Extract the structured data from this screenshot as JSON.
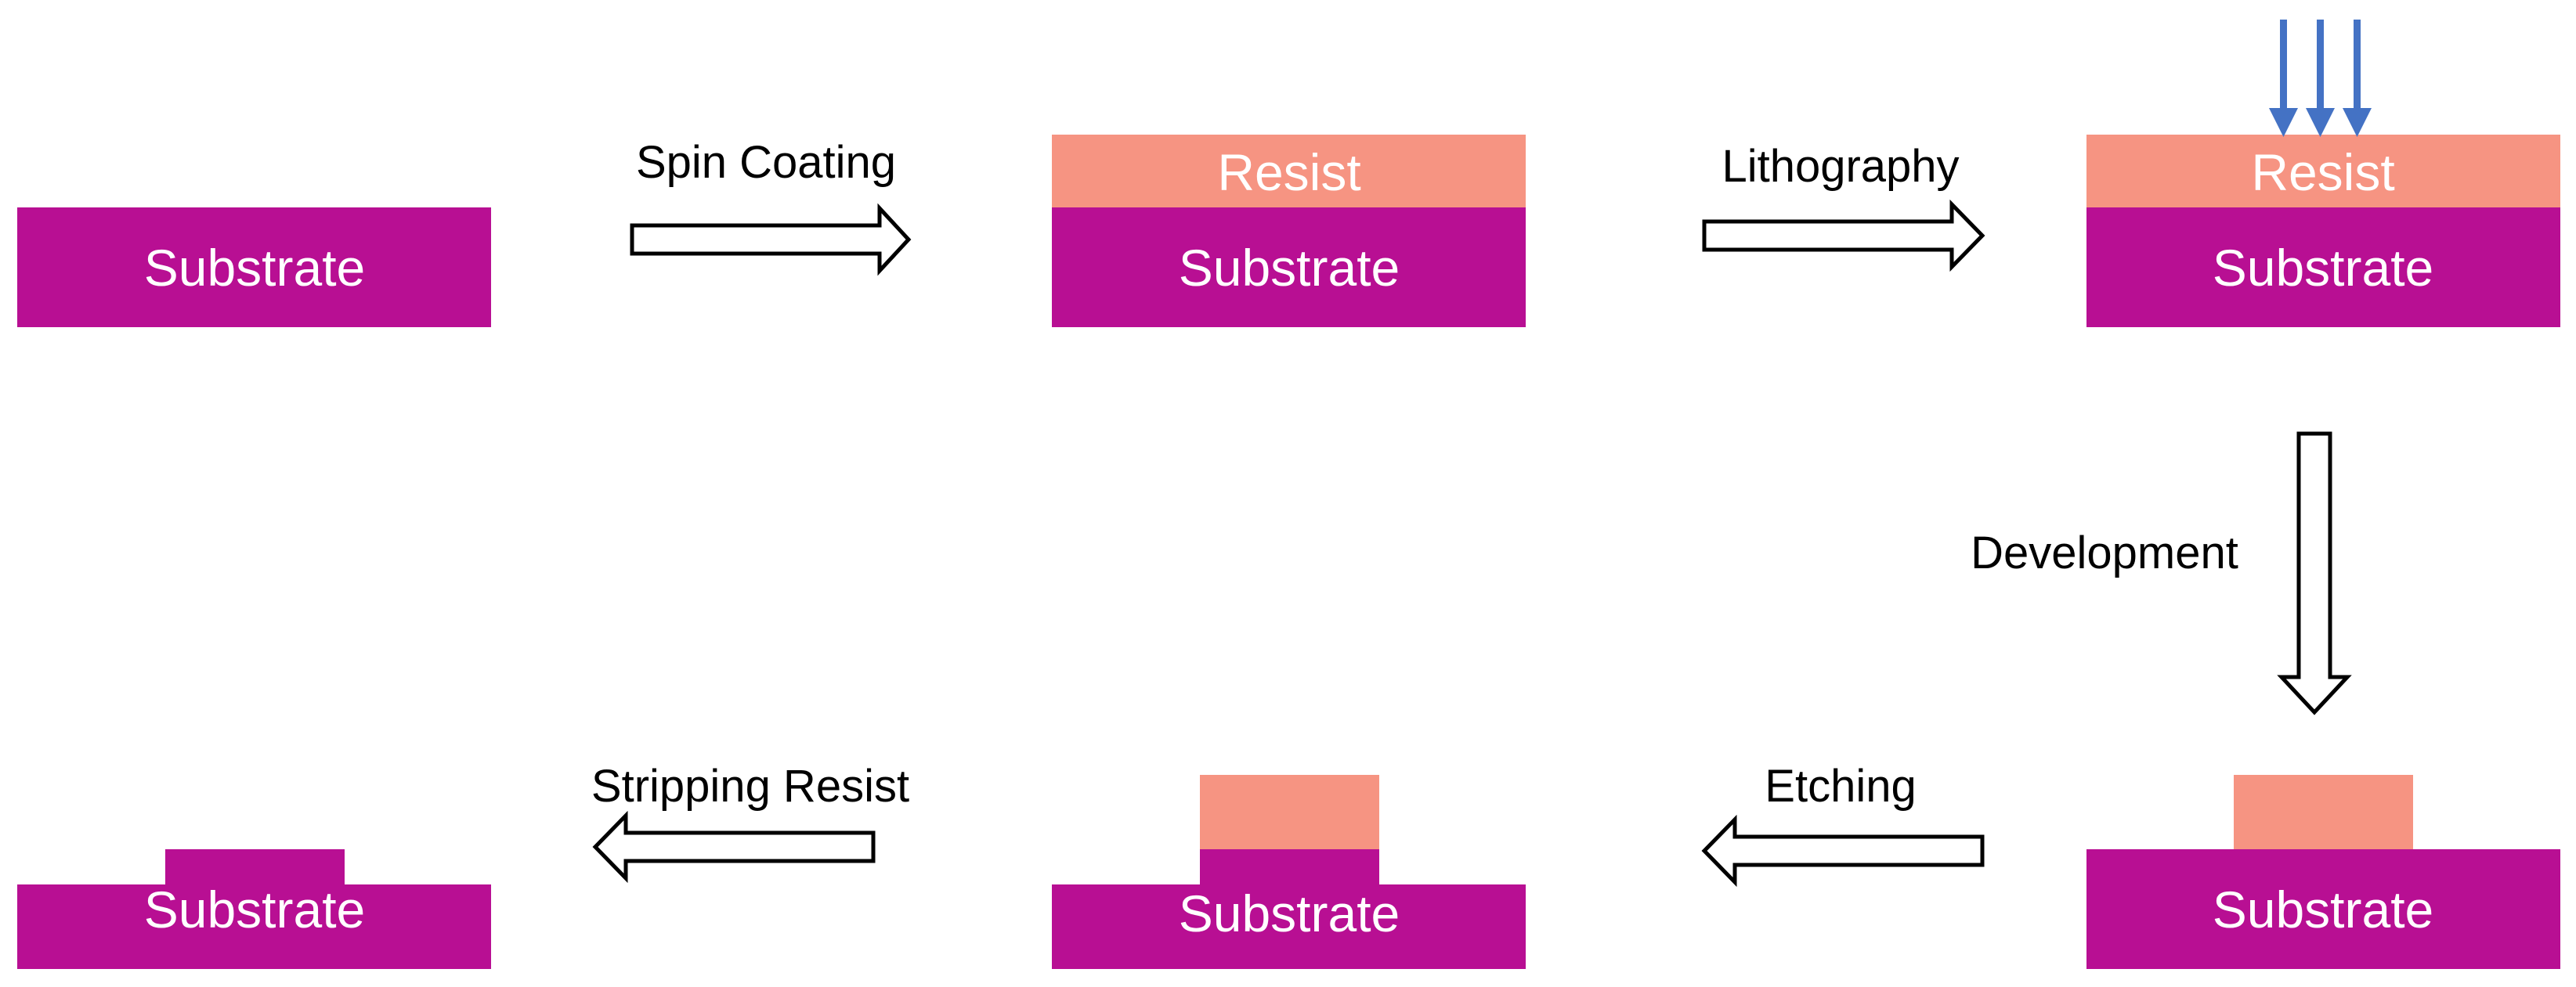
{
  "colors": {
    "substrate": "#b80f93",
    "resist": "#f69482",
    "exposure": "#4472c4",
    "arrow_fill": "#ffffff",
    "arrow_stroke": "#000000",
    "label_light": "#ffffff",
    "label_dark": "#000000"
  },
  "stages": {
    "bare_substrate": {
      "substrate_label": "Substrate"
    },
    "coated": {
      "resist_label": "Resist",
      "substrate_label": "Substrate"
    },
    "exposed": {
      "resist_label": "Resist",
      "substrate_label": "Substrate",
      "exposure_icon": "down-arrows-icon"
    },
    "developed": {
      "substrate_label": "Substrate"
    },
    "etched": {
      "substrate_label": "Substrate"
    },
    "stripped": {
      "substrate_label": "Substrate"
    }
  },
  "steps": {
    "spin_coating": {
      "label": "Spin Coating",
      "direction": "right"
    },
    "lithography": {
      "label": "Lithography",
      "direction": "right"
    },
    "development": {
      "label": "Development",
      "direction": "down"
    },
    "etching": {
      "label": "Etching",
      "direction": "left"
    },
    "stripping_resist": {
      "label": "Stripping Resist",
      "direction": "left"
    }
  }
}
